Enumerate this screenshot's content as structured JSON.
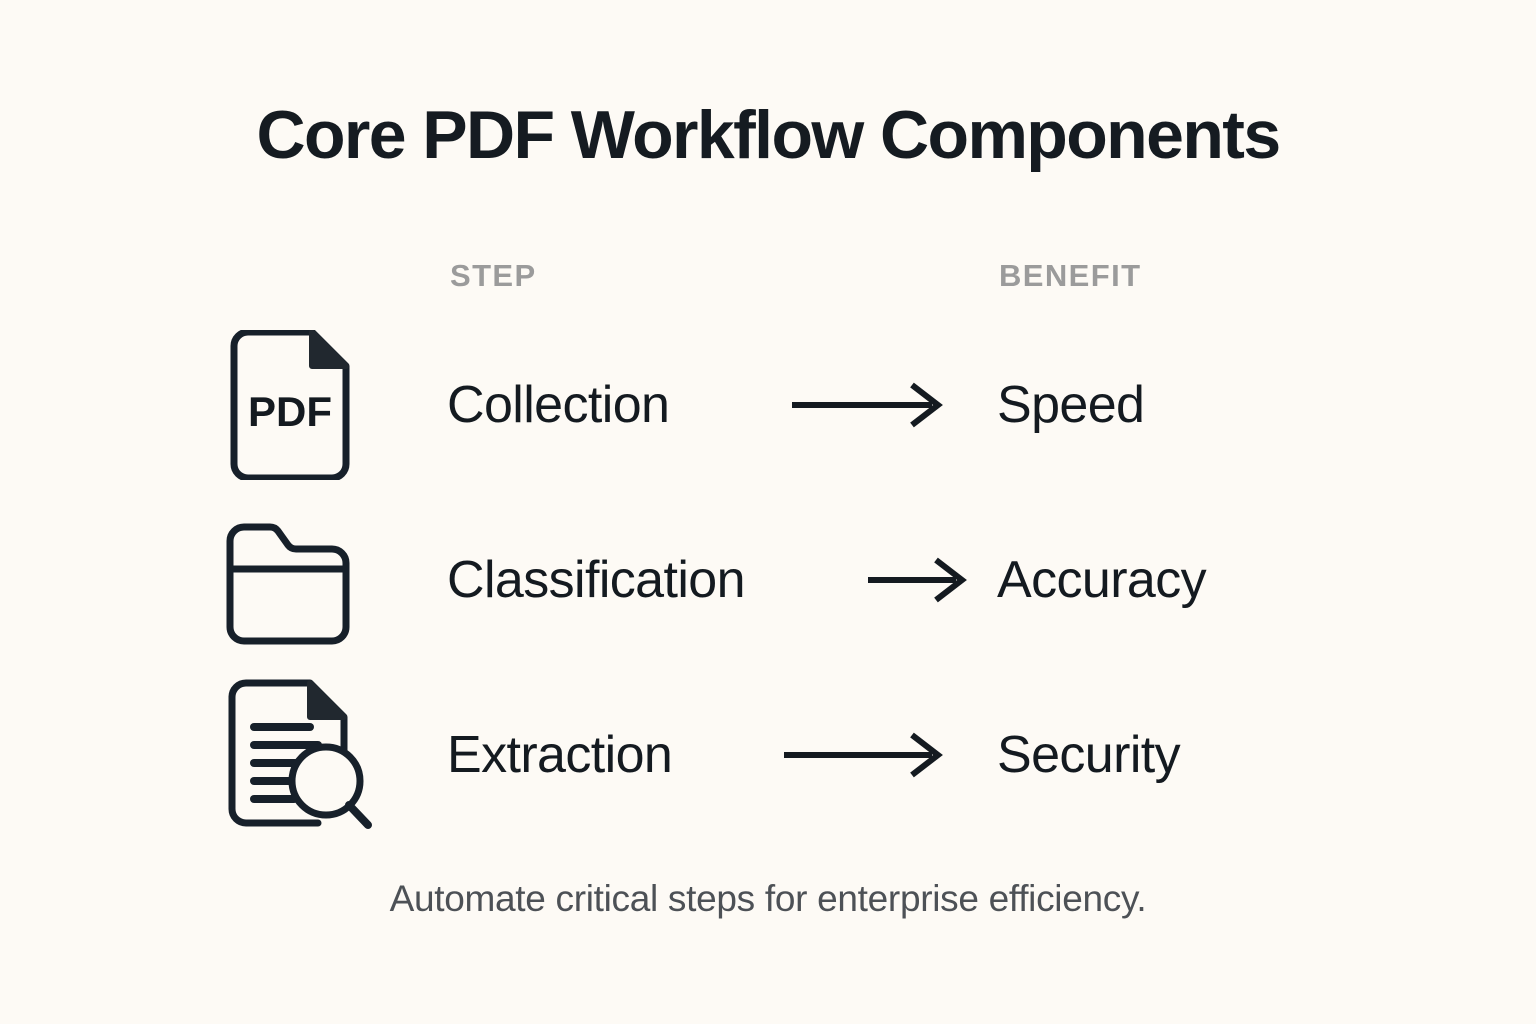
{
  "title": "Core PDF Workflow Components",
  "columns": {
    "step_header": "STEP",
    "benefit_header": "BENEFIT"
  },
  "rows": [
    {
      "icon": "pdf-file-icon",
      "icon_text": "PDF",
      "step": "Collection",
      "connector": "arrow-right",
      "benefit": "Speed"
    },
    {
      "icon": "folder-icon",
      "icon_text": "",
      "step": "Classification",
      "connector": "arrow-right",
      "benefit": "Accuracy"
    },
    {
      "icon": "document-search-icon",
      "icon_text": "",
      "step": "Extraction",
      "connector": "arrow-right",
      "benefit": "Security"
    }
  ],
  "footer": "Automate critical steps for enterprise efficiency.",
  "colors": {
    "background": "#fdfaf5",
    "title_text": "#151b21",
    "header_text": "#9b9b9b",
    "body_text": "#141a20",
    "footer_text": "#4d5156",
    "icon_stroke": "#17202a"
  }
}
